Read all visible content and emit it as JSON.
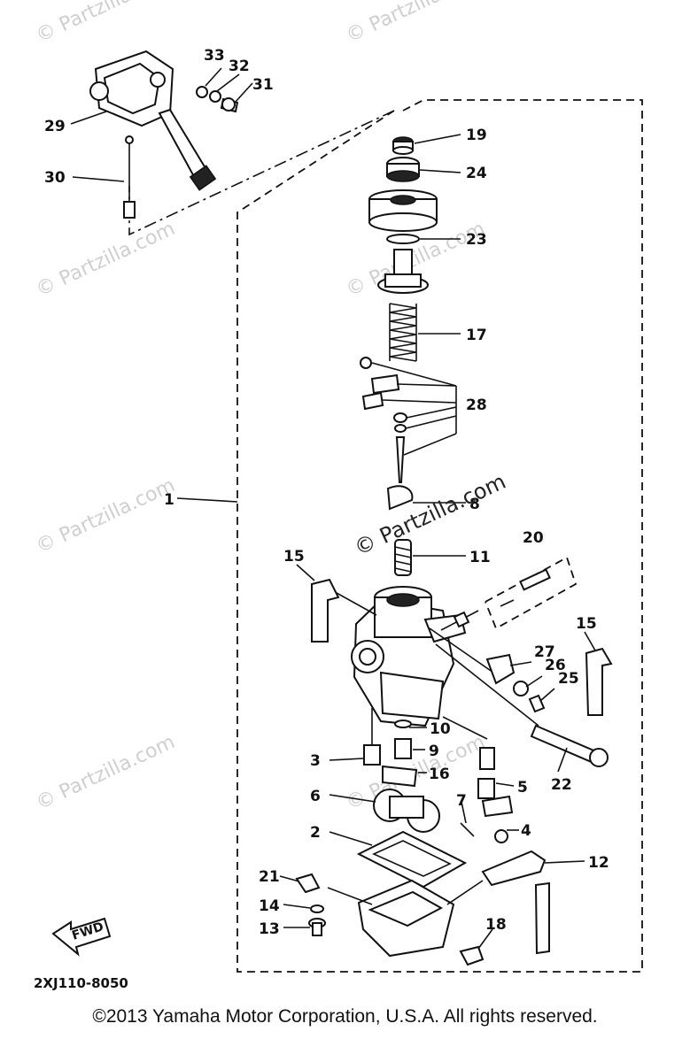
{
  "callouts": [
    {
      "id": "c1",
      "label": "1"
    },
    {
      "id": "c2",
      "label": "2"
    },
    {
      "id": "c3",
      "label": "3"
    },
    {
      "id": "c4",
      "label": "4"
    },
    {
      "id": "c5",
      "label": "5"
    },
    {
      "id": "c6",
      "label": "6"
    },
    {
      "id": "c7",
      "label": "7"
    },
    {
      "id": "c8",
      "label": "8"
    },
    {
      "id": "c9",
      "label": "9"
    },
    {
      "id": "c10",
      "label": "10"
    },
    {
      "id": "c11",
      "label": "11"
    },
    {
      "id": "c12",
      "label": "12"
    },
    {
      "id": "c13",
      "label": "13"
    },
    {
      "id": "c14",
      "label": "14"
    },
    {
      "id": "c15a",
      "label": "15"
    },
    {
      "id": "c15b",
      "label": "15"
    },
    {
      "id": "c16",
      "label": "16"
    },
    {
      "id": "c17",
      "label": "17"
    },
    {
      "id": "c18",
      "label": "18"
    },
    {
      "id": "c19",
      "label": "19"
    },
    {
      "id": "c20",
      "label": "20"
    },
    {
      "id": "c21",
      "label": "21"
    },
    {
      "id": "c22",
      "label": "22"
    },
    {
      "id": "c23",
      "label": "23"
    },
    {
      "id": "c24",
      "label": "24"
    },
    {
      "id": "c25",
      "label": "25"
    },
    {
      "id": "c26",
      "label": "26"
    },
    {
      "id": "c27",
      "label": "27"
    },
    {
      "id": "c28",
      "label": "28"
    },
    {
      "id": "c29",
      "label": "29"
    },
    {
      "id": "c30",
      "label": "30"
    },
    {
      "id": "c31",
      "label": "31"
    },
    {
      "id": "c32",
      "label": "32"
    },
    {
      "id": "c33",
      "label": "33"
    }
  ],
  "diagram_code": "2XJ110-8050",
  "fwd_label": "FWD",
  "watermark": "© Partzilla.com",
  "copyright": "©2013 Yamaha Motor Corporation, U.S.A. All rights reserved."
}
